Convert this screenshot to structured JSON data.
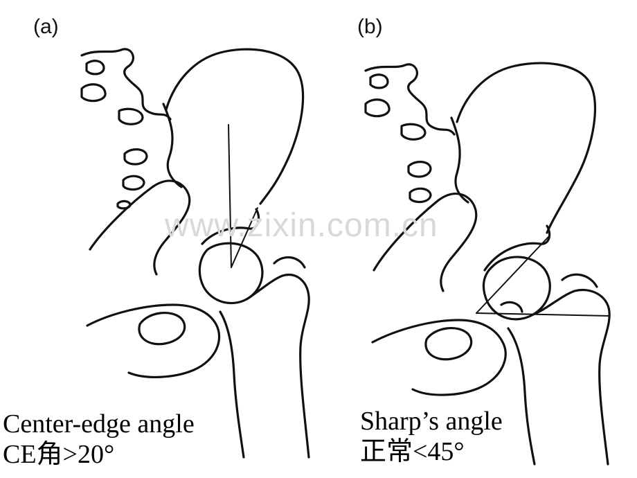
{
  "panels": [
    {
      "label": "(a)",
      "caption_line1": "Center-edge angle",
      "caption_line2": "CE角>20°"
    },
    {
      "label": "(b)",
      "caption_line1": "Sharp’s angle",
      "caption_line2": "正常<45°"
    }
  ],
  "watermark": "www.zixin.com.cn"
}
